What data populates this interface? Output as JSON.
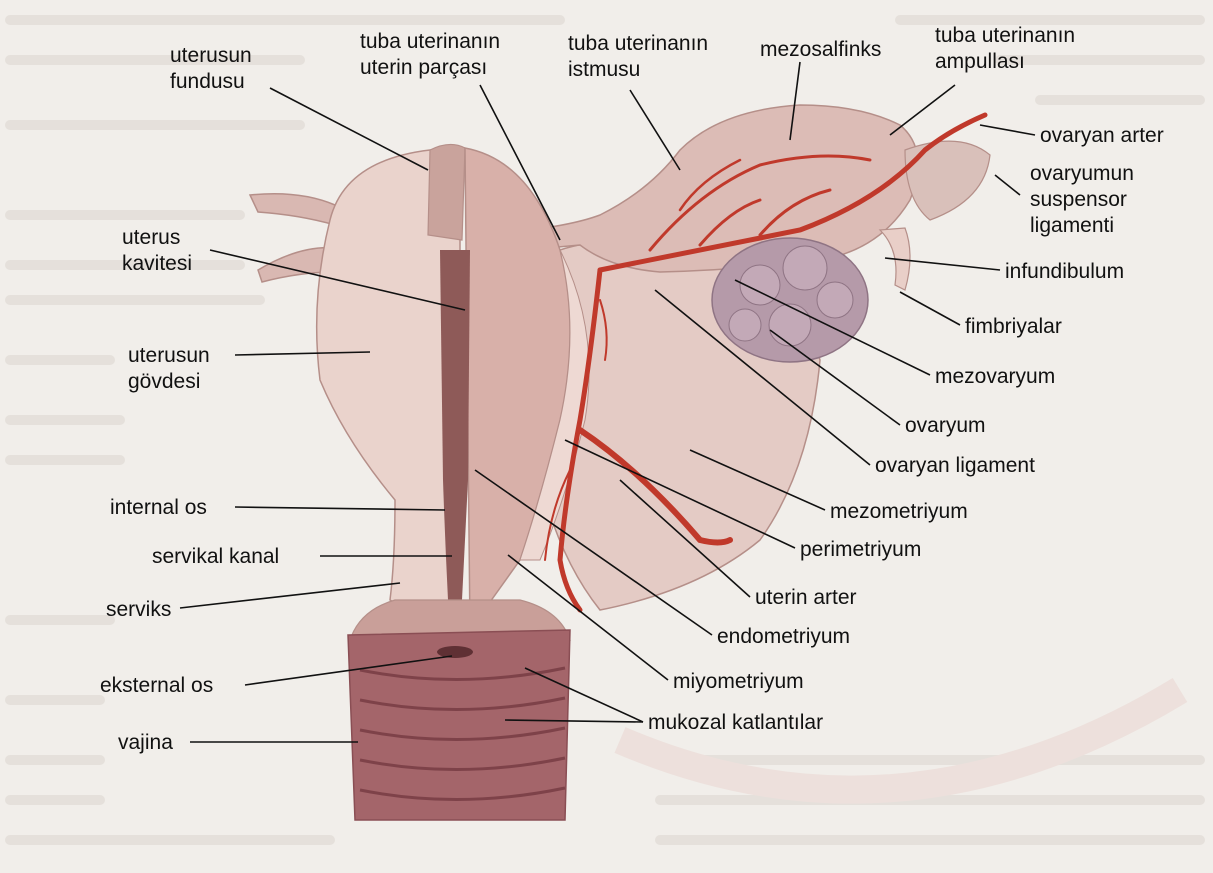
{
  "colors": {
    "background": "#f1eeea",
    "tissue": "#d9b8b2",
    "tissue_light": "#ead3cc",
    "cavity": "#8e5a58",
    "vagina": "#a4656a",
    "ovary": "#b59aa9",
    "artery": "#c0392b",
    "label": "#111111"
  },
  "labels": {
    "uterusun_fundusu": [
      "uterusun",
      "fundusu"
    ],
    "tuba_uterin_parcasi": [
      "tuba uterinanın",
      "uterin parçası"
    ],
    "tuba_istmusu": [
      "tuba uterinanın",
      "istmusu"
    ],
    "mezosalfinks": [
      "mezosalfinks"
    ],
    "tuba_ampullasi": [
      "tuba uterinanın",
      "ampullası"
    ],
    "ovaryan_arter": [
      "ovaryan arter"
    ],
    "suspensor_ligamenti": [
      "ovaryumun",
      "suspensor",
      "ligamenti"
    ],
    "infundibulum": [
      "infundibulum"
    ],
    "fimbriyalar": [
      "fimbriyalar"
    ],
    "mezovaryum": [
      "mezovaryum"
    ],
    "ovaryum": [
      "ovaryum"
    ],
    "ovaryan_ligament": [
      "ovaryan ligament"
    ],
    "mezometriyum": [
      "mezometriyum"
    ],
    "perimetriyum": [
      "perimetriyum"
    ],
    "uterin_arter": [
      "uterin arter"
    ],
    "endometriyum": [
      "endometriyum"
    ],
    "miyometriyum": [
      "miyometriyum"
    ],
    "mukozal_katlantilar": [
      "mukozal katlantılar"
    ],
    "uterus_kavitesi": [
      "uterus",
      "kavitesi"
    ],
    "uterusun_govdesi": [
      "uterusun",
      "gövdesi"
    ],
    "internal_os": [
      "internal os"
    ],
    "servikal_kanal": [
      "servikal kanal"
    ],
    "serviks": [
      "serviks"
    ],
    "eksternal_os": [
      "eksternal os"
    ],
    "vajina": [
      "vajina"
    ]
  }
}
